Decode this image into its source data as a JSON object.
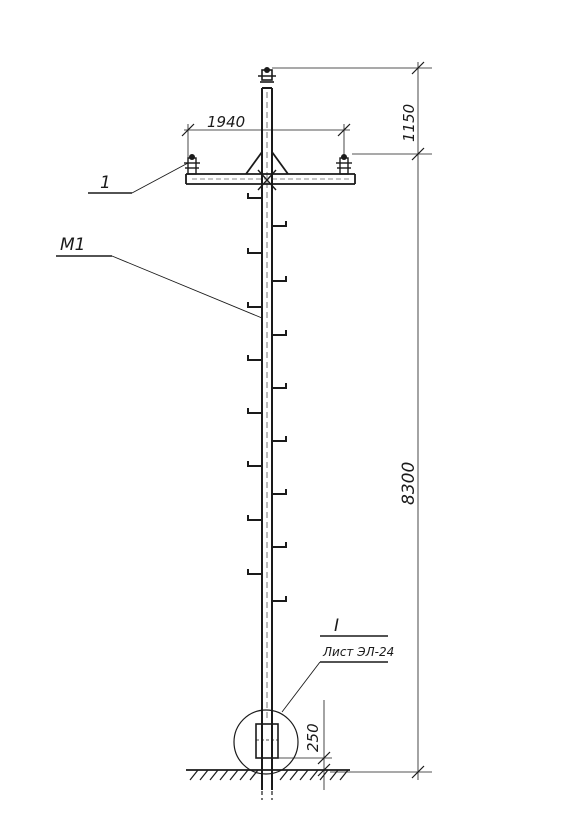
{
  "drawing": {
    "labels": {
      "top_height": "1150",
      "crossarm_span": "1940",
      "total_height": "8300",
      "base_depth": "250",
      "callout_1": "1",
      "callout_m1": "M1",
      "detail_ref": "I",
      "detail_sheet": "Лист ЭЛ-24"
    },
    "colors": {
      "ink": "#1a1a1a",
      "background": "#ffffff"
    }
  }
}
